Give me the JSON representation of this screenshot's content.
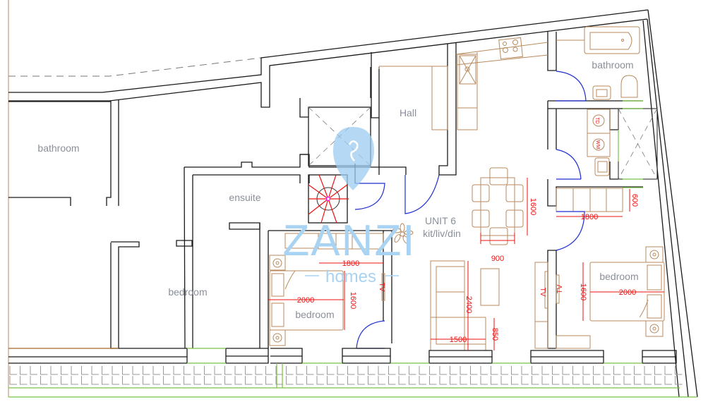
{
  "plan": {
    "unit_label": "UNIT 6",
    "unit_sublabel": "kit/liv/din",
    "rooms": {
      "bathroom_left": "bathroom",
      "bathroom_right": "bathroom",
      "hall": "Hall",
      "ensuite": "ensuite",
      "bedroom_left": "bedroom",
      "bedroom_center": "bedroom",
      "bedroom_right": "bedroom"
    },
    "appliances": {
      "tumble_dryer": "TD",
      "washing_machine": "WM",
      "tv_center": "TV",
      "tv_right_a": "TV",
      "tv_right_b": "TV"
    },
    "dimensions": {
      "center_bed_width": "2000",
      "center_bed_length": "1600",
      "center_wardrobe": "1800",
      "dining_table_length": "1600",
      "dining_table_width": "900",
      "utility_counter": "1800",
      "utility_counter_depth": "600",
      "sofa_length": "2400",
      "sofa_width": "1500",
      "sofa_chaise": "850",
      "right_bed_width": "2000",
      "right_bed_length": "1600"
    },
    "colors": {
      "walls": "#1a1a1a",
      "furniture": "#b88a5c",
      "dimensions": "#ee1111",
      "doors": "#1f2fd0",
      "windows": "#7ac043",
      "watermark": "#9cccf0"
    }
  },
  "watermark": {
    "brand": "ZANZI",
    "sub": "homes"
  }
}
